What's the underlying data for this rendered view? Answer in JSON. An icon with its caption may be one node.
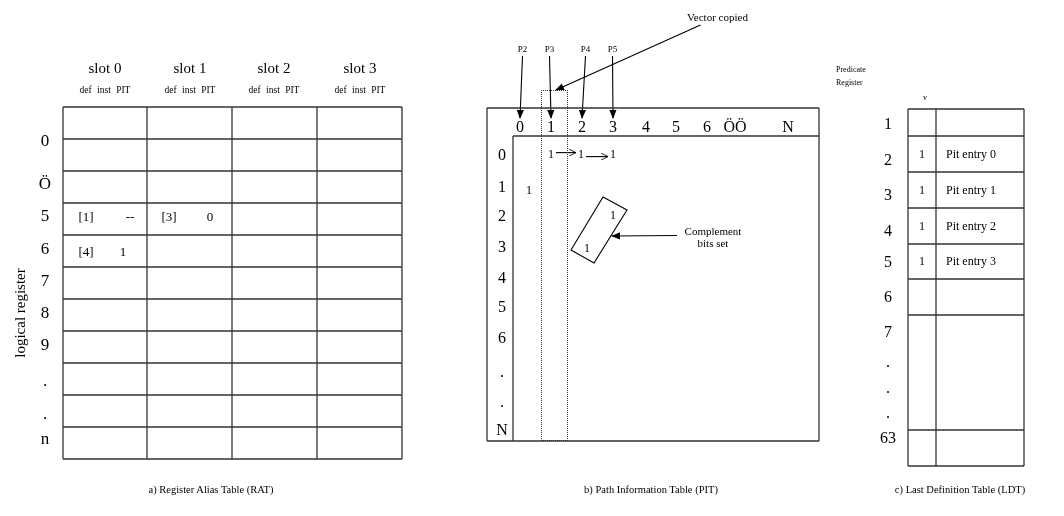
{
  "diagram": {
    "nodes": [
      {
        "text": [
          "Vector copied"
        ]
      },
      {
        "text": [
          "P2"
        ]
      },
      {
        "text": [
          "P3"
        ]
      },
      {
        "text": [
          "P4"
        ]
      },
      {
        "text": [
          "P5"
        ]
      },
      {
        "text": [],
        "shape": "box"
      },
      {
        "text": [
          "0"
        ]
      },
      {
        "text": [
          "1"
        ],
        "in": 5
      },
      {
        "text": [
          "2"
        ]
      },
      {
        "text": [
          "3"
        ]
      },
      {
        "text": [
          "1"
        ],
        "in": 5
      },
      {
        "text": [
          "1"
        ]
      },
      {
        "text": [
          "1"
        ]
      },
      {
        "text": [
          "Complement bits set"
        ]
      },
      {
        "text": [
          "1",
          "1"
        ]
      }
    ],
    "edges": [
      {
        "from": 0,
        "to": 5,
        "arrow": "to"
      },
      {
        "from": 1,
        "to": 6,
        "arrow": "to"
      },
      {
        "from": 2,
        "to": 7,
        "arrow": "to"
      },
      {
        "from": 3,
        "to": 8,
        "arrow": "to"
      },
      {
        "from": 4,
        "to": 9,
        "arrow": "to"
      },
      {
        "from": 10,
        "to": 11,
        "arrow": "to"
      },
      {
        "from": 11,
        "to": 12,
        "arrow": "to"
      },
      {
        "from": 13,
        "to": 14,
        "arrow": "to"
      }
    ],
    "labels": [
      "slot 0",
      "slot 1",
      "slot 2",
      "slot 3",
      "def inst PIT",
      "def inst PIT",
      "def inst PIT",
      "def inst PIT",
      "0",
      "Ö",
      "5",
      "6",
      "7",
      "8",
      "9",
      ".",
      ".",
      "n",
      "logical register",
      "[1]",
      "--",
      "[3]",
      "0",
      "[4]",
      "1",
      "a) Register Alias Table (RAT)",
      "4",
      "5",
      "6",
      "ÖÖ",
      "N",
      "0",
      "1",
      "2",
      "3",
      "4",
      "5",
      "6",
      ".",
      ".",
      "N",
      "1",
      "b) Path Information Table (PIT)",
      "Predicate Register",
      "v",
      "1",
      "2",
      "3",
      "4",
      "5",
      "6",
      "7",
      ".",
      ".",
      ".",
      "63",
      "1",
      "Pit entry 0",
      "1",
      "Pit entry 1",
      "1",
      "Pit entry 2",
      "1",
      "Pit entry 3",
      "c) Last Definition Table (LDT)"
    ]
  }
}
